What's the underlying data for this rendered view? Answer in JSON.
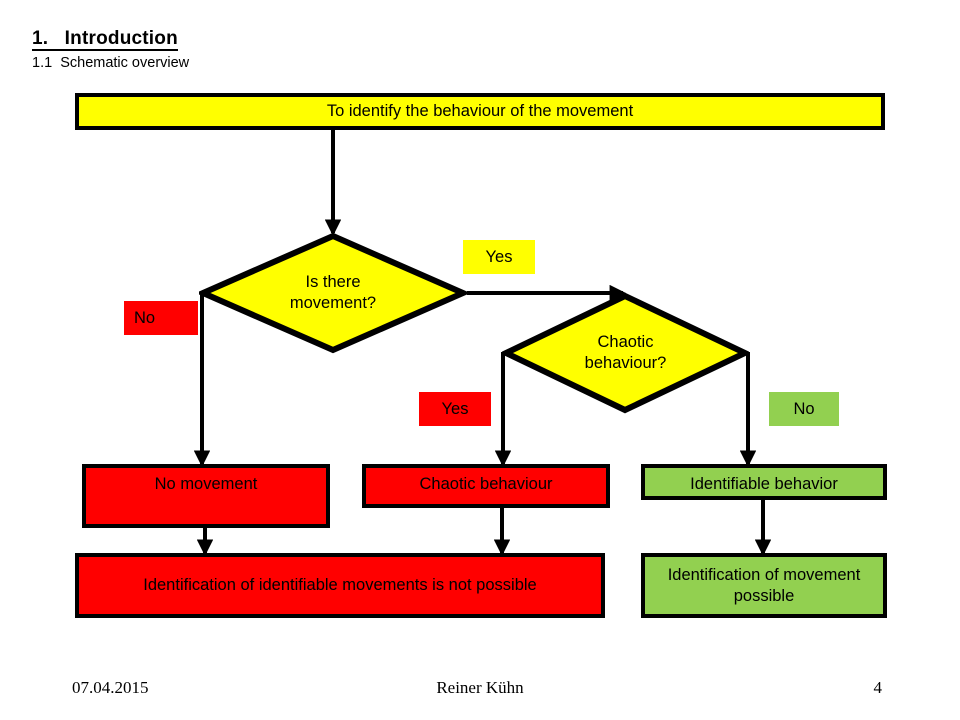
{
  "heading": {
    "title": "1.   Introduction",
    "subtitle": "1.1  Schematic overview"
  },
  "colors": {
    "yellow": "#FFFF00",
    "red": "#FF0000",
    "green": "#92D050",
    "outline": "#000000",
    "background": "#FFFFFF"
  },
  "diagram": {
    "start_box": {
      "label": "To identify the behaviour of the movement",
      "fill": "#FFFF00"
    },
    "decision_1": {
      "label": "Is there\nmovement?",
      "fill": "#FFFF00"
    },
    "decision_2": {
      "label": "Chaotic\nbehaviour?",
      "fill": "#FFFF00"
    },
    "edge_labels": {
      "d1_yes": {
        "label": "Yes",
        "fill": "#FFFF00"
      },
      "d1_no": {
        "label": "No",
        "fill": "#FF0000"
      },
      "d2_yes": {
        "label": "Yes",
        "fill": "#FF0000"
      },
      "d2_no": {
        "label": "No",
        "fill": "#92D050"
      }
    },
    "outcome_boxes": [
      {
        "label": "No movement",
        "fill": "#FF0000"
      },
      {
        "label": "Chaotic behaviour",
        "fill": "#FF0000"
      },
      {
        "label": "Identifiable behavior",
        "fill": "#92D050"
      }
    ],
    "result_boxes": [
      {
        "label": "Identification of identifiable movements is not possible",
        "fill": "#FF0000"
      },
      {
        "label": "Identification of movement possible",
        "fill": "#92D050"
      }
    ]
  },
  "footer": {
    "date": "07.04.2015",
    "author": "Reiner Kühn",
    "page": "4"
  }
}
